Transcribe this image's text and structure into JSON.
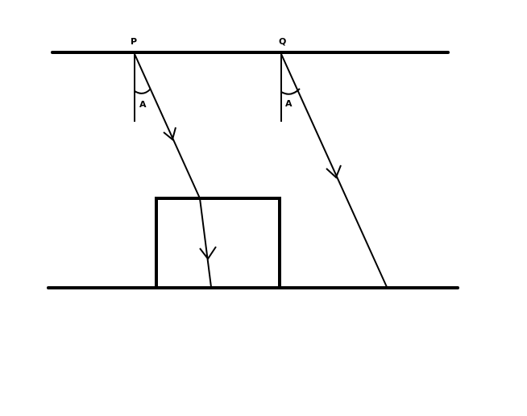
{
  "labels": {
    "point_p": "P",
    "point_q": "Q",
    "angle_p": "A",
    "angle_q": "A"
  },
  "colors": {
    "ink": "#000000",
    "background": "#ffffff"
  }
}
